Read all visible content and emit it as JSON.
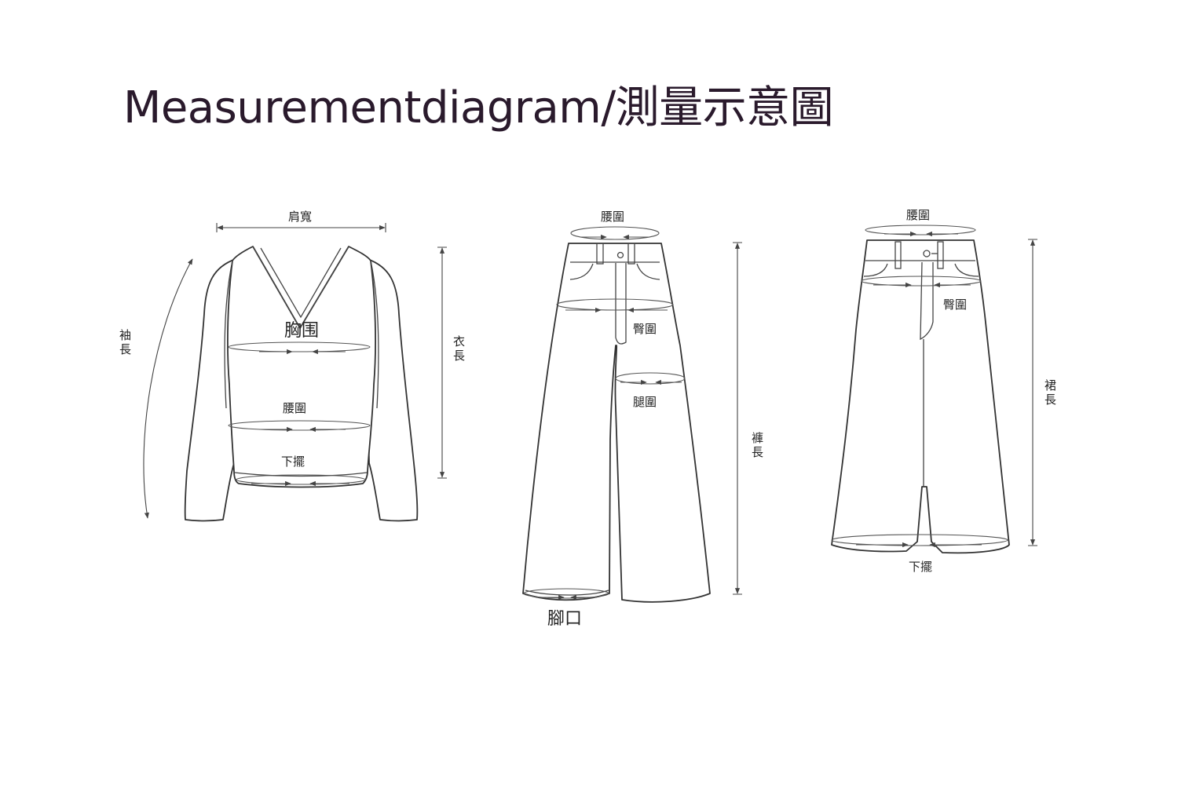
{
  "title": "Measurementdiagram/測量示意圖",
  "sweater": {
    "shoulder": "肩寬",
    "sleeve_length": "袖長",
    "chest": "胸围",
    "waist": "腰圍",
    "hem": "下擺",
    "length": "衣長"
  },
  "pants": {
    "waist": "腰圍",
    "hip": "臀圍",
    "thigh": "腿圍",
    "length": "褲長",
    "leg_opening": "腳口"
  },
  "skirt": {
    "waist": "腰圍",
    "hip": "臀圍",
    "length": "裙長",
    "hem": "下擺"
  }
}
